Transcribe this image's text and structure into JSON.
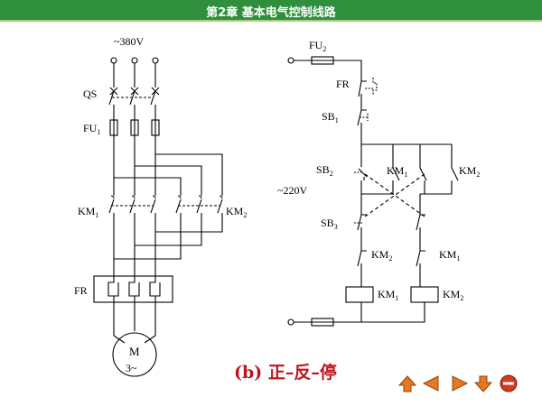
{
  "header": {
    "title": "第2章 基本电气控制线路"
  },
  "main_circuit": {
    "supply": "~380V",
    "qs": "QS",
    "fu": "FU",
    "fu_sub": "1",
    "km_left": "KM",
    "km_left_sub": "1",
    "km_right": "KM",
    "km_right_sub": "2",
    "fr": "FR",
    "motor_m": "M",
    "motor_phase": "3~"
  },
  "control_circuit": {
    "fu": "FU",
    "fu_sub": "2",
    "fr": "FR",
    "sb1": "SB",
    "sb1_sub": "1",
    "sb2": "SB",
    "sb2_sub": "2",
    "sb3": "SB",
    "sb3_sub": "3",
    "voltage": "~220V",
    "km1_seal": "KM",
    "km1_seal_sub": "1",
    "km2_seal": "KM",
    "km2_seal_sub": "2",
    "km2_interlock": "KM",
    "km2_interlock_sub": "2",
    "km1_interlock": "KM",
    "km1_interlock_sub": "1",
    "coil1": "KM",
    "coil1_sub": "1",
    "coil2": "KM",
    "coil2_sub": "2"
  },
  "caption": "(b)  正–反–停",
  "colors": {
    "header": "#2f8f3c",
    "caption": "#c0141c",
    "nav_arrow": "#e87722",
    "nav_back": "#d23b1e"
  }
}
